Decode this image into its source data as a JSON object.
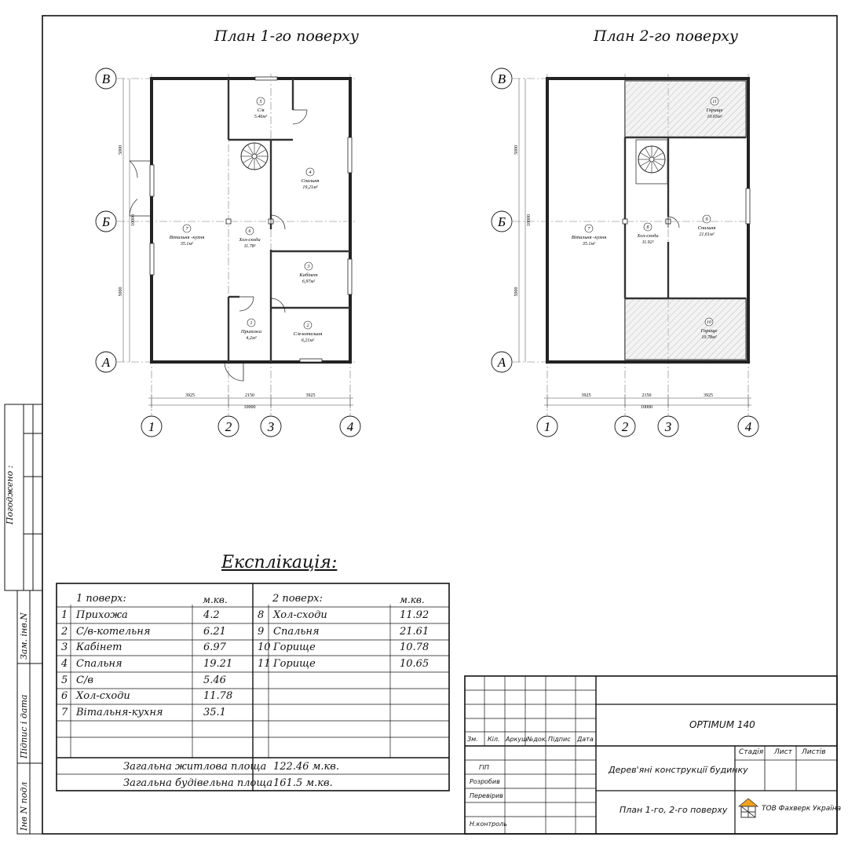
{
  "plans": [
    {
      "title": "План 1-го поверху",
      "axes_letters": [
        "В",
        "Б",
        "А"
      ],
      "axes_numbers": [
        "1",
        "2",
        "3",
        "4"
      ],
      "dims_bottom": [
        "3925",
        "2150",
        "3925"
      ],
      "dim_total": "10000",
      "dims_left": [
        "5000",
        "5000"
      ],
      "dim_left_total": "10000",
      "rooms": [
        {
          "num": "5",
          "name": "С/в",
          "area": "5.46м²"
        },
        {
          "num": "4",
          "name": "Спальня",
          "area": "19,21м²"
        },
        {
          "num": "7",
          "name": "Вітальня -кухня",
          "area": "35.1м²"
        },
        {
          "num": "6",
          "name": "Хол-сходи",
          "area": "11.78²"
        },
        {
          "num": "3",
          "name": "Кабінет",
          "area": "6,97м²"
        },
        {
          "num": "1",
          "name": "Прихожа",
          "area": "4,2м²"
        },
        {
          "num": "2",
          "name": "С/в-котельня",
          "area": "6,21м²"
        }
      ]
    },
    {
      "title": "План 2-го поверху",
      "axes_letters": [
        "В",
        "Б",
        "А"
      ],
      "axes_numbers": [
        "1",
        "2",
        "3",
        "4"
      ],
      "dims_bottom": [
        "3925",
        "2150",
        "3925"
      ],
      "dim_total": "10000",
      "dims_left": [
        "5000",
        "5000"
      ],
      "dim_left_total": "10000",
      "rooms": [
        {
          "num": "11",
          "name": "Горище",
          "area": "10.65м²"
        },
        {
          "num": "7",
          "name": "Вітальня -кухня",
          "area": "35.1м²"
        },
        {
          "num": "8",
          "name": "Хол-сходи",
          "area": "11.92²"
        },
        {
          "num": "9",
          "name": "Спальня",
          "area": "21,61м²"
        },
        {
          "num": "10",
          "name": "Горище",
          "area": "10.78м²"
        }
      ]
    }
  ],
  "explication": {
    "title": "Експлікація:",
    "floor1_header": "1 поверх:",
    "floor2_header": "2 поверх:",
    "unit_header": "м.кв.",
    "floor1_rows": [
      {
        "n": "1",
        "name": "Прихожа",
        "area": "4.2"
      },
      {
        "n": "2",
        "name": "С/в-котельня",
        "area": "6.21"
      },
      {
        "n": "3",
        "name": "Кабінет",
        "area": "6.97"
      },
      {
        "n": "4",
        "name": "Спальня",
        "area": "19.21"
      },
      {
        "n": "5",
        "name": "С/в",
        "area": "5.46"
      },
      {
        "n": "6",
        "name": "Хол-сходи",
        "area": "11.78"
      },
      {
        "n": "7",
        "name": "Вітальня-кухня",
        "area": "35.1"
      }
    ],
    "floor2_rows": [
      {
        "n": "8",
        "name": "Хол-сходи",
        "area": "11.92"
      },
      {
        "n": "9",
        "name": "Спальня",
        "area": "21.61"
      },
      {
        "n": "10",
        "name": "Горище",
        "area": "10.78"
      },
      {
        "n": "11",
        "name": "Горище",
        "area": "10.65"
      }
    ],
    "total_living_label": "Загальна житлова площа",
    "total_living_value": "122.46 м.кв.",
    "total_building_label": "Загальна будівельна площа",
    "total_building_value": "161.5 м.кв."
  },
  "title_block": {
    "project": "OPTIMUM 140",
    "headers": [
      "Зм.",
      "Кіл.",
      "Аркуш",
      "№док.",
      "Підпис",
      "Дата"
    ],
    "roles": [
      "ГІП",
      "Розробив",
      "Перевірив",
      "Н.контроль"
    ],
    "subject": "Дерев'яні конструкції будинку",
    "sheet_title": "План 1-го, 2-го поверху",
    "stage_label": "Стадія",
    "sheet_label": "Лист",
    "sheets_label": "Листів",
    "company": "ТОВ Фахверк Україна"
  },
  "side_stamp": {
    "agreed": "Погоджено :",
    "replace_inv": "Зам. інв.N",
    "sign_date": "Підпис і дата",
    "inv_orig": "Інв N подл"
  }
}
